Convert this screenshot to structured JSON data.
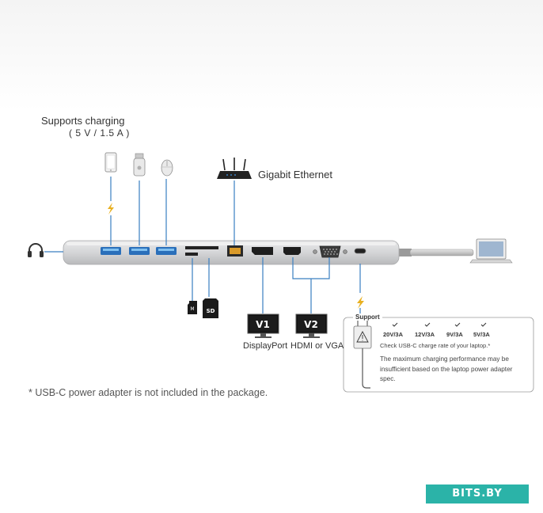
{
  "charging": {
    "title": "Supports charging",
    "spec": "( 5 V / 1.5 A )"
  },
  "ethernet": {
    "label": "Gigabit Ethernet"
  },
  "monitors": [
    {
      "badge": "V1",
      "label": "DisplayPort"
    },
    {
      "badge": "V2",
      "label": "HDMI or VGA"
    }
  ],
  "sd_card": {
    "label": "SD"
  },
  "micro_sd": {
    "label": "M"
  },
  "support": {
    "title": "Support",
    "voltages": [
      "20V/3A",
      "12V/3A",
      "9V/3A",
      "5V/3A"
    ],
    "check_note": "Check USB-C charge rate of your laptop.*",
    "performance_note": "The maximum charging performance may be insufficient based on the laptop power adapter spec."
  },
  "footnote": "* USB-C power adapter is not included in the package.",
  "brand": "BITS.BY",
  "colors": {
    "connector_line": "#3a7fc1",
    "bolt": "#e8b021",
    "brand_bg": "#2bb3a8",
    "usb_port": "#3b8fd8"
  },
  "icons": [
    "headphones-icon",
    "phone-icon",
    "usb-flash-icon",
    "mouse-icon",
    "router-icon",
    "laptop-icon",
    "monitor-icon",
    "power-adapter-icon",
    "lightning-icon",
    "check-icon",
    "sd-card-icon",
    "micro-sd-icon"
  ]
}
